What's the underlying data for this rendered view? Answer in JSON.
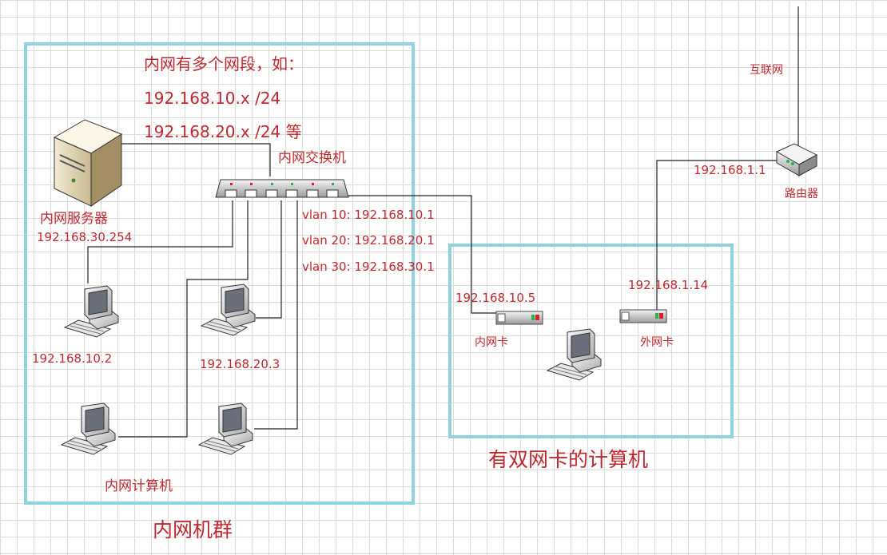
{
  "colors": {
    "label": "#c0282e",
    "group_border": "#8ed3df",
    "line": "#222222",
    "grid": "#dcdcdc"
  },
  "notes": {
    "line1": "内网有多个网段，如：",
    "line2": "192.168.10.x /24",
    "line3": "192.168.20.x /24 等"
  },
  "switch": {
    "label": "内网交换机",
    "vlans": [
      "vlan 10: 192.168.10.1",
      "vlan 20: 192.168.20.1",
      "vlan 30: 192.168.30.1"
    ]
  },
  "server": {
    "label": "内网服务器",
    "ip": "192.168.30.254"
  },
  "internal_pcs": [
    {
      "ip": "192.168.10.2"
    },
    {
      "ip": "192.168.20.3"
    }
  ],
  "internal_pc_group_label": "内网计算机",
  "internal_cluster_label": "内网机群",
  "dual_nic": {
    "label": "有双网卡的计算机",
    "inner_nic_label": "内网卡",
    "inner_nic_ip": "192.168.10.5",
    "outer_nic_label": "外网卡",
    "outer_nic_ip": "192.168.1.14"
  },
  "router": {
    "label": "路由器",
    "ip": "192.168.1.1"
  },
  "internet_label": "互联网",
  "icons": [
    "server-icon",
    "switch-icon",
    "router-icon",
    "computer-icon",
    "network-card-icon"
  ]
}
